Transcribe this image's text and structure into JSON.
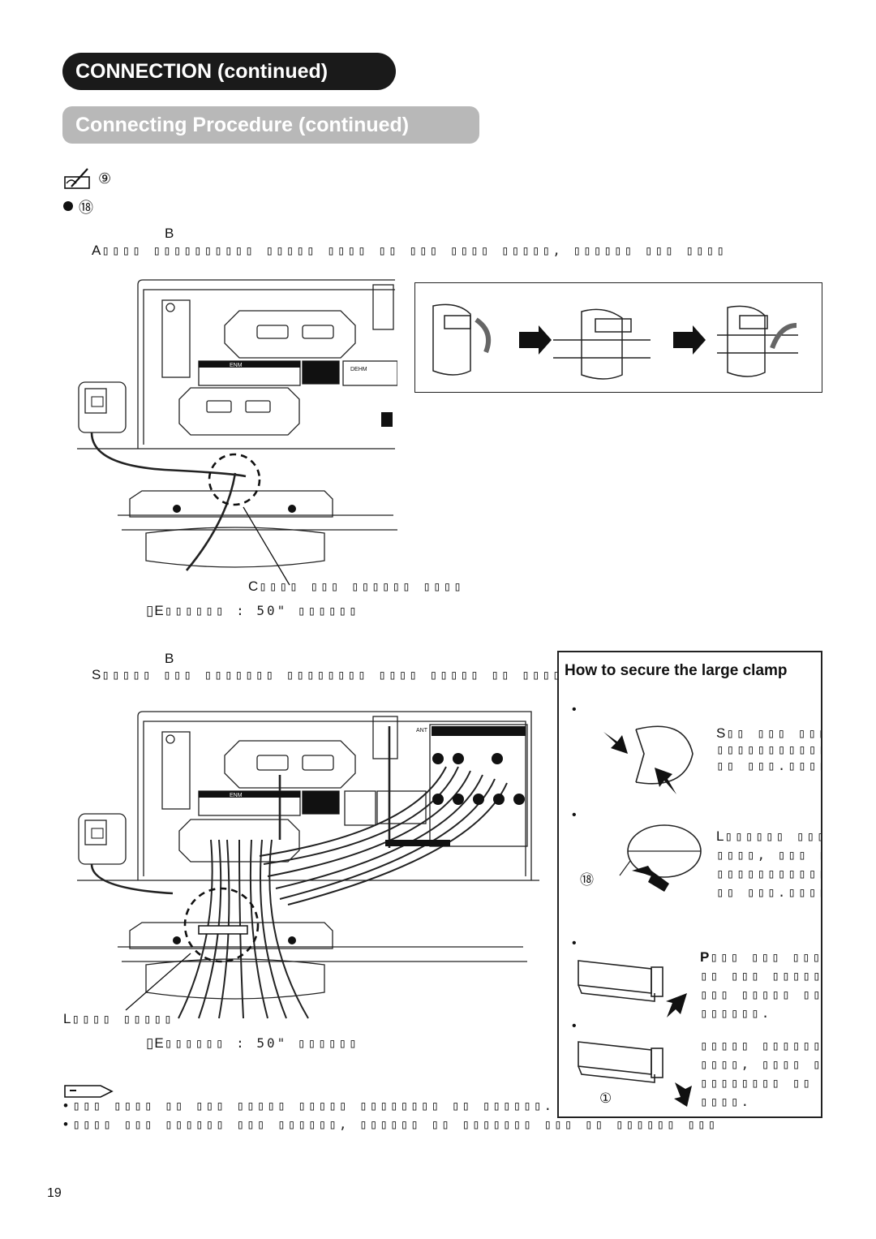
{
  "headers": {
    "section": "CONNECTION (continued)",
    "subsection": "Connecting Procedure (continued)"
  },
  "intro": {
    "note_num": "⑨",
    "bullet_num": "⑱"
  },
  "section_a": {
    "label_b": "B",
    "line_a_lead": "A",
    "line_a_rest": "▯▯▯▯ ▯▯▯▯▯▯▯▯▯▯ ▯▯▯▯▯ ▯▯▯▯ ▯▯ ▯▯▯ ▯▯▯▯ ▯▯▯▯▯, ▯▯▯▯▯▯ ▯▯▯ ▯▯▯▯",
    "caption_c_lead": "C",
    "caption_c_rest": "▯▯▯▯ ▯▯▯ ▯▯▯▯▯▯ ▯▯▯▯",
    "example_lead": "▯E",
    "example_rest": "▯▯▯▯▯▯ : 50\" ▯▯▯▯▯▯"
  },
  "section_b": {
    "label_b": "B",
    "line_s_lead": "S",
    "line_s_rest": "▯▯▯▯▯ ▯▯▯ ▯▯▯▯▯▯▯ ▯▯▯▯▯▯▯▯ ▯▯▯▯ ▯▯▯▯▯ ▯▯ ▯▯▯▯▯▯ ▯▯▯▯▯ ▯▯▯",
    "caption_l_lead": "L",
    "caption_l_rest": "▯▯▯▯ ▯▯▯▯▯",
    "example_lead": "▯E",
    "example_rest": "▯▯▯▯▯▯ : 50\" ▯▯▯▯▯▯"
  },
  "clamp_box": {
    "title": "How to secure the large clamp",
    "step1_lead": "S",
    "step1_lines": [
      "▯▯ ▯▯▯ ▯▯▯▯▯▯",
      "▯▯▯▯▯▯▯▯▯▯▯▯",
      "▯▯ ▯▯▯.▯▯▯▯▯"
    ],
    "step2_lead": "L",
    "step2_lines": [
      "▯▯▯▯▯▯ ▯▯▯",
      "▯▯▯▯, ▯▯▯ ▯▯▯",
      "▯▯▯▯▯▯▯▯▯▯▯▯",
      "▯▯ ▯▯▯.▯▯▯▯▯"
    ],
    "step2_num": "⑱",
    "step3_lead": "P",
    "step3_lines": [
      "▯▯▯ ▯▯▯ ▯▯▯▯▯",
      "▯▯ ▯▯▯ ▯▯▯▯▯▯▯",
      "▯▯▯ ▯▯▯▯▯ ▯▯▯▯",
      "▯▯▯▯▯▯."
    ],
    "step4_lines": [
      "▯▯▯▯▯ ▯▯▯▯▯▯▯▯",
      "▯▯▯▯, ▯▯▯▯ ▯▯ ▯",
      "▯▯▯▯▯▯▯▯ ▯▯ ▯",
      "▯▯▯▯."
    ],
    "step4_num": "①"
  },
  "notes": {
    "line1": "▯▯▯ ▯▯▯▯ ▯▯ ▯▯▯ ▯▯▯▯▯ ▯▯▯▯▯ ▯▯▯▯▯▯▯▯ ▯▯ ▯▯▯▯▯▯.",
    "line2": "▯▯▯▯ ▯▯▯ ▯▯▯▯▯▯ ▯▯▯ ▯▯▯▯▯▯, ▯▯▯▯▯▯ ▯▯ ▯▯▯▯▯▯▯ ▯▯▯ ▯▯ ▯▯▯▯▯▯ ▯▯▯"
  },
  "diagram_labels": {
    "enm": "ENM",
    "dehm": "DEHM",
    "ant": "ANT",
    "size_50": "50\""
  },
  "page_number": "19"
}
